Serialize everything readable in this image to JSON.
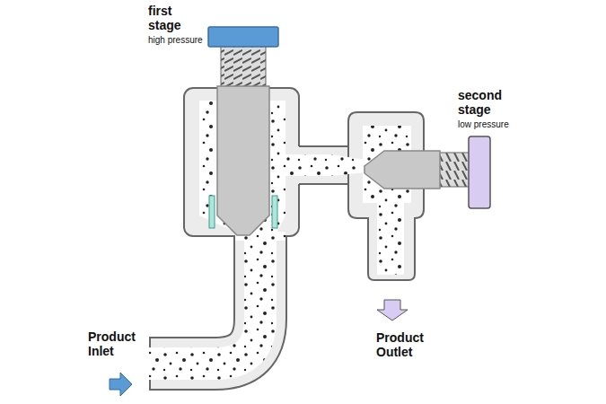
{
  "diagram": {
    "labels": [
      "first stage",
      "high pressure",
      "second stage",
      "low pressure",
      "Product Inlet",
      "Product Outlet"
    ]
  }
}
